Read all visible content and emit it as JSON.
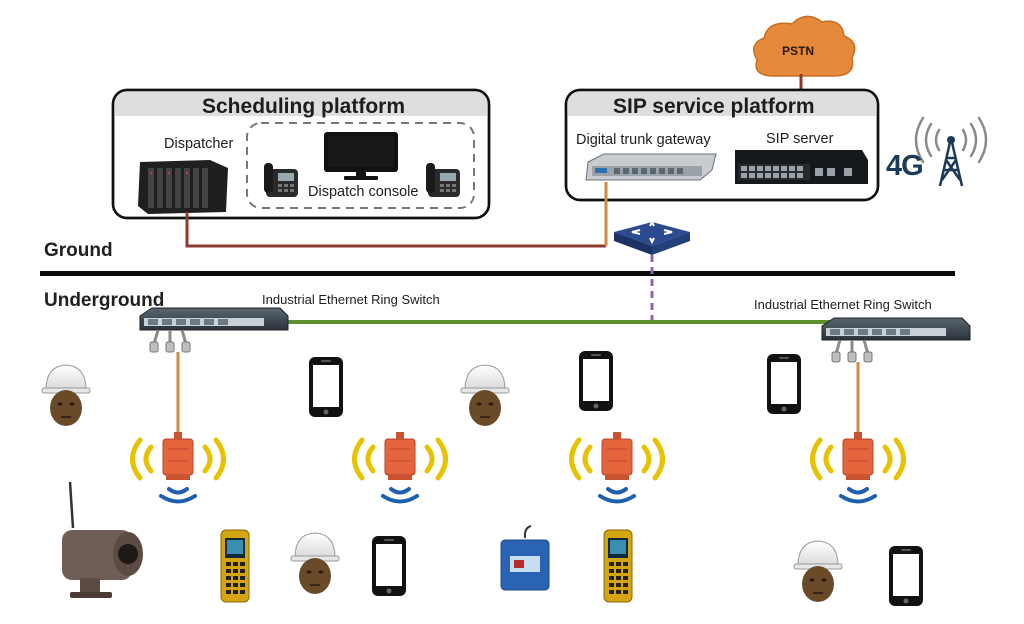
{
  "platforms": {
    "scheduling": {
      "title": "Scheduling platform"
    },
    "sip": {
      "title": "SIP service platform"
    }
  },
  "nodes": {
    "pstn": "PSTN",
    "dispatcher": "Dispatcher",
    "dispatch_console": "Dispatch console",
    "digital_trunk_gateway": "Digital trunk gateway",
    "sip_server": "SIP server",
    "badge_4g": "4G",
    "ring_switch_left": "Industrial Ethernet Ring Switch",
    "ring_switch_right": "Industrial Ethernet Ring Switch"
  },
  "zones": {
    "ground": "Ground",
    "underground": "Underground"
  },
  "colors": {
    "ethernet_link": "#8c3b2e",
    "fiber_ring": "#5c8f2e",
    "drop_link": "#d08a3c",
    "trunk_link": "#8a6bb3",
    "pstn_cloud": "#e58a3a",
    "base_station": "#e4643c",
    "wifi_yellow": "#e8c200",
    "wifi_blue": "#1f5fb0"
  }
}
